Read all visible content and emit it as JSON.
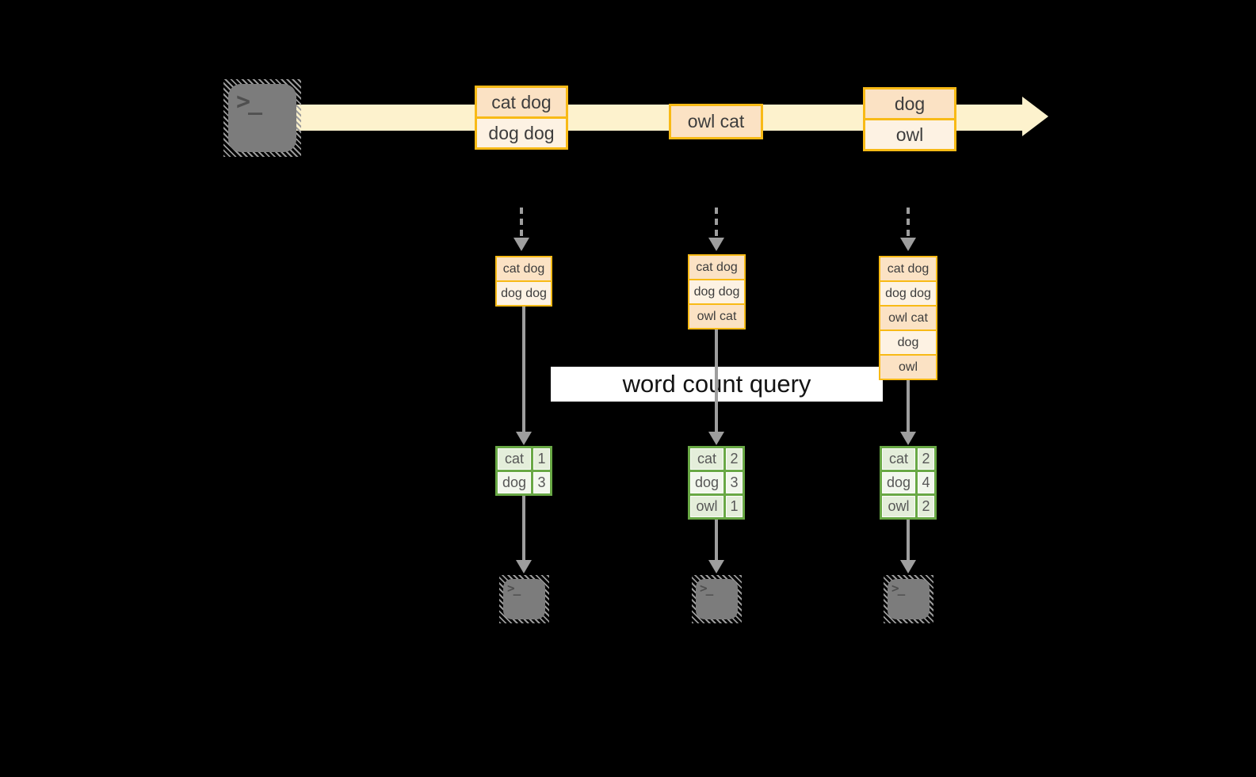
{
  "query_label": "word count query",
  "icons": {
    "terminal_glyph": ">_"
  },
  "stream": {
    "batches": [
      [
        "cat dog",
        "dog dog"
      ],
      [
        "owl cat"
      ],
      [
        "dog",
        "owl"
      ]
    ]
  },
  "columns": [
    {
      "state": [
        "cat dog",
        "dog dog"
      ],
      "counts": [
        [
          "cat",
          "1"
        ],
        [
          "dog",
          "3"
        ]
      ]
    },
    {
      "state": [
        "cat dog",
        "dog dog",
        "owl cat"
      ],
      "counts": [
        [
          "cat",
          "2"
        ],
        [
          "dog",
          "3"
        ],
        [
          "owl",
          "1"
        ]
      ]
    },
    {
      "state": [
        "cat dog",
        "dog dog",
        "owl cat",
        "dog",
        "owl"
      ],
      "counts": [
        [
          "cat",
          "2"
        ],
        [
          "dog",
          "4"
        ],
        [
          "owl",
          "2"
        ]
      ]
    }
  ],
  "colors": {
    "stream_band": "#fdf2cd",
    "record_border": "#f8ba16",
    "record_fill_dark": "#fbe2c4",
    "record_fill_light": "#fdf2e3",
    "table_border": "#69a845",
    "table_fill": "#e4eeda",
    "arrow": "#9e9e9e",
    "terminal": "#7c7c7c",
    "query_bg": "#ffffff"
  }
}
